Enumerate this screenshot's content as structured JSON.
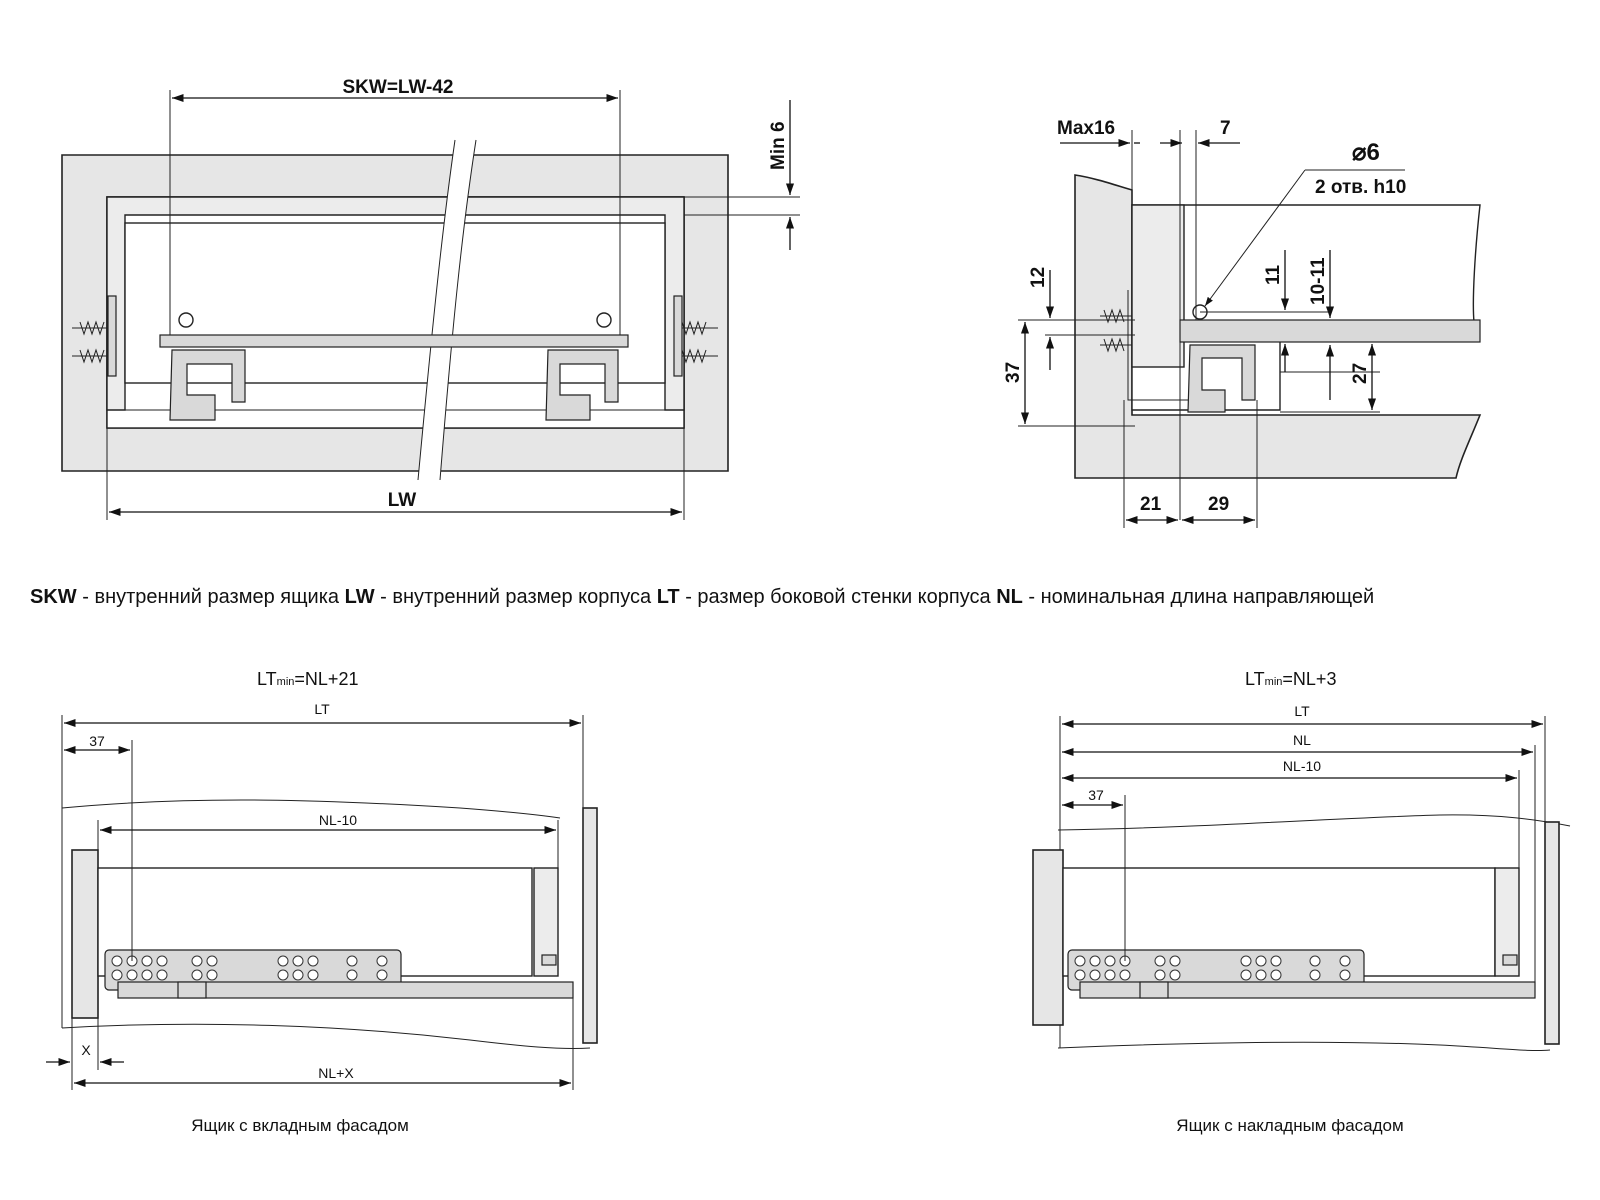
{
  "top_left": {
    "skw_label": "SKW=LW-42",
    "min_label": "Min 6",
    "lw_label": "LW"
  },
  "top_right": {
    "max_label": "Max16",
    "seven_label": "7",
    "diameter_label": "⌀6",
    "holes_label": "2 отв. h10",
    "dim_12": "12",
    "dim_11": "11",
    "dim_10_11": "10-11",
    "dim_37": "37",
    "dim_27": "27",
    "dim_21": "21",
    "dim_29": "29"
  },
  "legend": {
    "skw_term": "SKW",
    "skw_desc": " - внутренний размер ящика ",
    "lw_term": "LW",
    "lw_desc": " - внутренний размер корпуса ",
    "lt_term": "LT",
    "lt_desc": " - размер боковой стенки корпуса ",
    "nl_term": "NL",
    "nl_desc": " - номинальная длина направляющей"
  },
  "bottom_left": {
    "formula_prefix": "LT",
    "formula_sub": "min",
    "formula_suffix": "=NL+21",
    "lt_label": "LT",
    "dim_37": "37",
    "nl10_label": "NL-10",
    "x_label": "X",
    "nlx_label": "NL+X",
    "caption": "Ящик с вкладным фасадом"
  },
  "bottom_right": {
    "formula_prefix": "LT",
    "formula_sub": "min",
    "formula_suffix": "=NL+3",
    "lt_label": "LT",
    "nl_label": "NL",
    "nl10_label": "NL-10",
    "dim_37": "37",
    "caption": "Ящик с накладным фасадом"
  }
}
